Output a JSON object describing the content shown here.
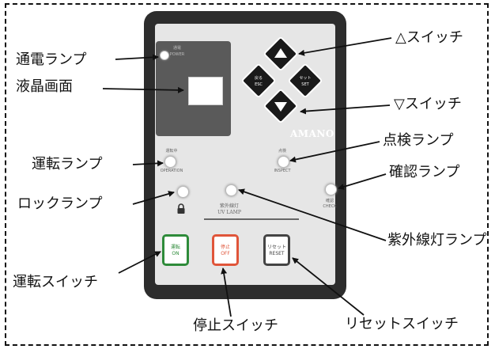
{
  "panel": {
    "brand": "AMANO",
    "power_lamp_label": "通電",
    "power_lamp_label_en": "POWER",
    "esc_label": "戻る",
    "esc_label_en": "ESC",
    "set_label": "セット",
    "set_label_en": "SET",
    "operation_lamp_label": "運転中",
    "operation_lamp_label_en": "OPERATION",
    "inspect_lamp_label": "点検",
    "inspect_lamp_label_en": "INSPECT",
    "check_lamp_label": "確認",
    "check_lamp_label_en": "CHECK",
    "uv_lamp_label": "紫外線灯",
    "uv_lamp_label_en": "UV LAMP",
    "on_button_label": "運転",
    "on_button_label_en": "ON",
    "off_button_label": "停止",
    "off_button_label_en": "OFF",
    "reset_button_label": "リセット",
    "reset_button_label_en": "RESET"
  },
  "callouts": {
    "power_lamp": "通電ランプ",
    "lcd_screen": "液晶画面",
    "up_switch": "△スイッチ",
    "down_switch": "▽スイッチ",
    "inspect_lamp": "点検ランプ",
    "operation_lamp": "運転ランプ",
    "check_lamp": "確認ランプ",
    "lock_lamp": "ロックランプ",
    "uv_lamp": "紫外線灯ランプ",
    "run_switch": "運転スイッチ",
    "stop_switch": "停止スイッチ",
    "reset_switch": "リセットスイッチ"
  },
  "colors": {
    "on_button": "#2e8b3a",
    "off_button": "#e0553a",
    "reset_button": "#444444"
  }
}
